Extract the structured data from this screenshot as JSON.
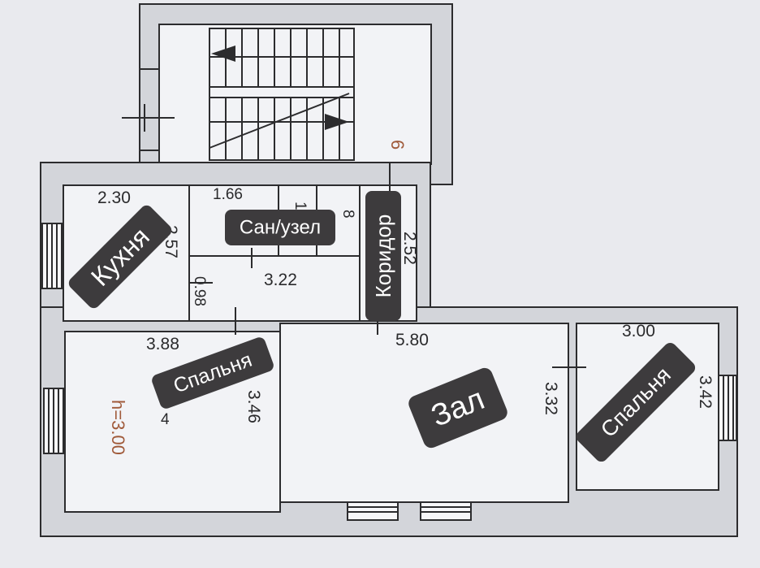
{
  "rooms": {
    "kitchen": "Кухня",
    "bathroom": "Сан/узел",
    "corridor": "Коридор",
    "bedroom_left": "Спальня",
    "living": "Зал",
    "bedroom_right": "Спальня"
  },
  "dimensions": {
    "kitchen_w": "2.30",
    "kitchen_h": "2.57",
    "bath_w": "1.66",
    "bath_small": "1.3",
    "hall_w": "3.22",
    "hall_h": "0.98",
    "corridor_h": "2.52",
    "bedroom_left_w": "3.88",
    "bedroom_left_h": "3.46",
    "living_w": "5.80",
    "living_h": "3.32",
    "bedroom_right_w": "3.00",
    "bedroom_right_h": "3.42"
  },
  "annotations": {
    "ceiling_height": "h=3.00",
    "room_number_6": "6",
    "room_number_8": "8",
    "room_number_4": "4"
  },
  "colors": {
    "tag_background": "#3d3b3d",
    "tag_text": "#ffffff",
    "annotation": "#a05a3a"
  }
}
